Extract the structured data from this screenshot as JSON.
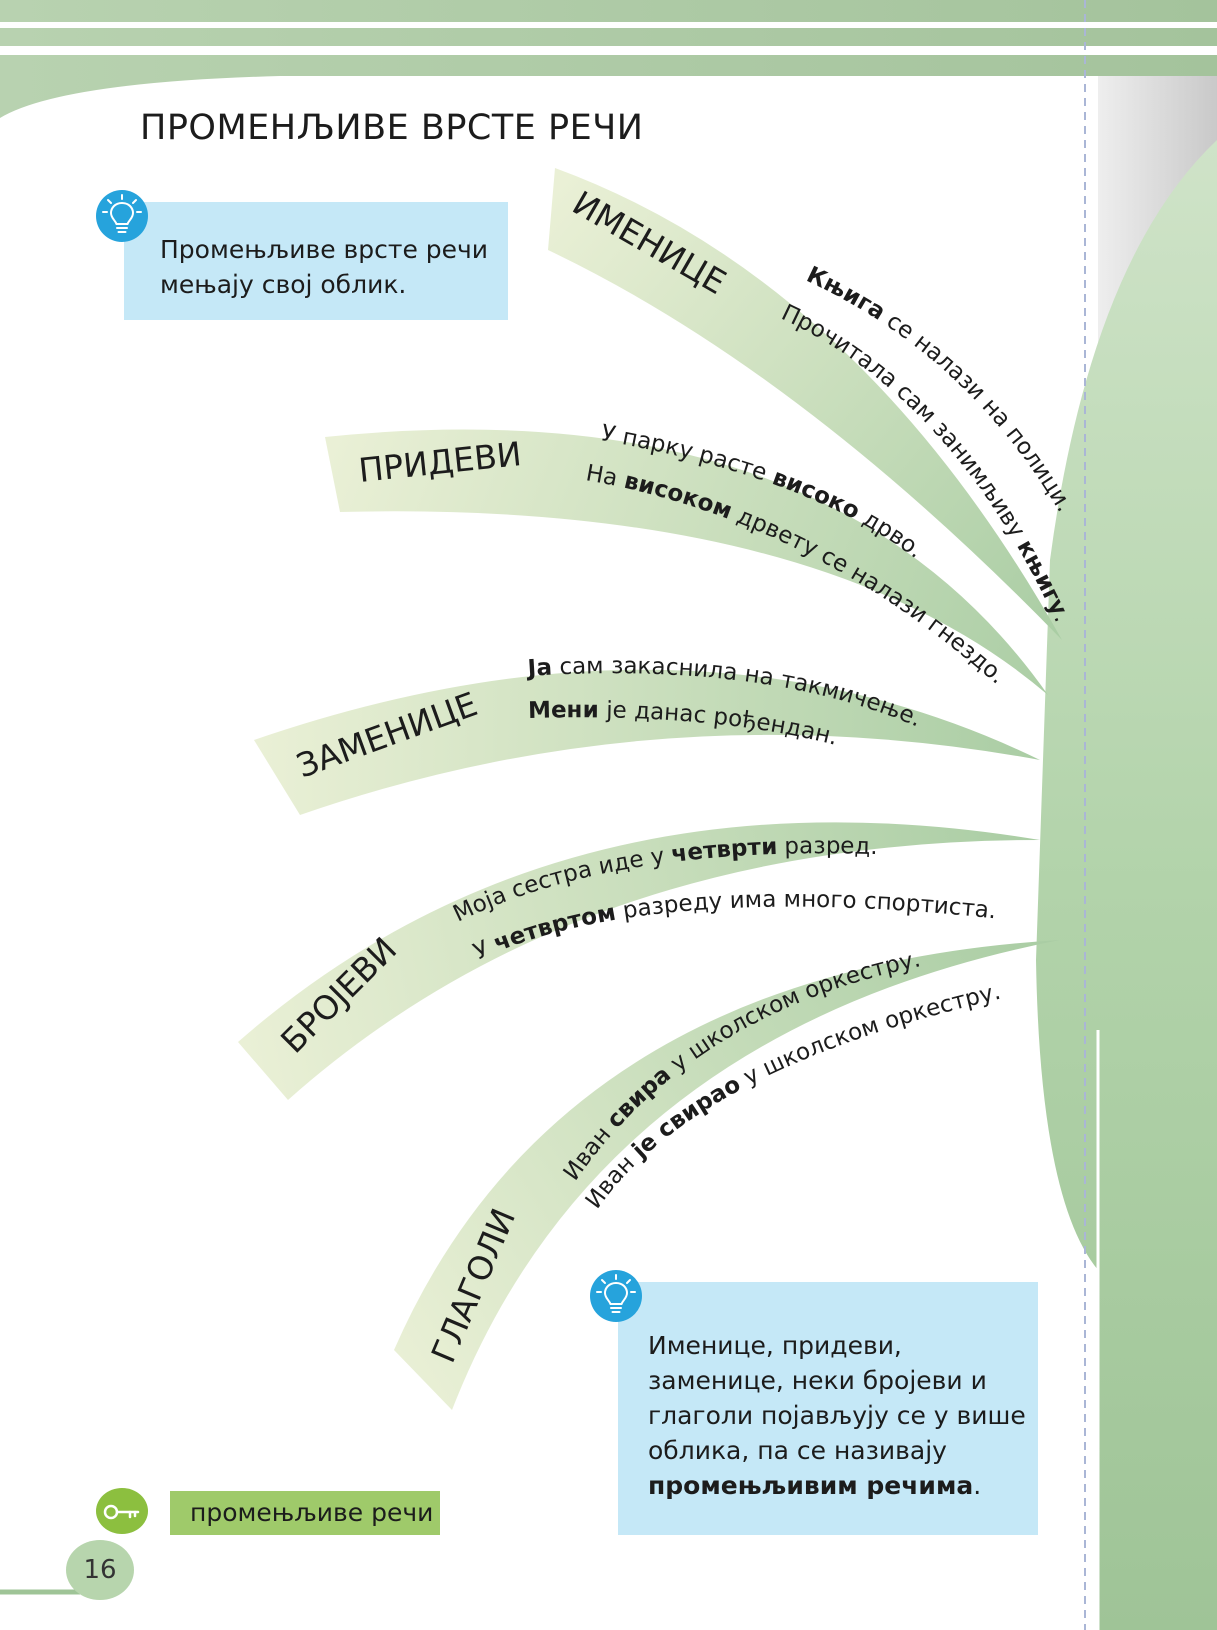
{
  "page": {
    "title": "ПРОМЕНЉИВЕ ВРСТЕ РЕЧИ",
    "page_number": "16"
  },
  "info_top": {
    "icon": "lightbulb-icon",
    "line1": "Промењљиве врсте речи",
    "line2": "мењају свој облик."
  },
  "branches": [
    {
      "label": "ИМЕНИЦЕ",
      "sentences": [
        {
          "pre": "",
          "bold": "Књига",
          "post": " се налази на полици."
        },
        {
          "pre": "Прочитала сам занимљиву ",
          "bold": "књигу",
          "post": "."
        }
      ]
    },
    {
      "label": "ПРИДЕВИ",
      "sentences": [
        {
          "pre": "У парку расте ",
          "bold": "високо",
          "post": " дрво."
        },
        {
          "pre": "На ",
          "bold": "високом",
          "post": " дрвету се налази гнездо."
        }
      ]
    },
    {
      "label": "ЗАМЕНИЦЕ",
      "sentences": [
        {
          "pre": "",
          "bold": "Ја",
          "post": " сам закаснила на такмичење."
        },
        {
          "pre": "",
          "bold": "Мени",
          "post": " је данас рођендан."
        }
      ]
    },
    {
      "label": "БРОЈЕВИ",
      "sentences": [
        {
          "pre": "Моја сестра иде у ",
          "bold": "четврти",
          "post": " разред."
        },
        {
          "pre": "У ",
          "bold": "четвртом",
          "post": " разреду има много спортиста."
        }
      ]
    },
    {
      "label": "ГЛАГОЛИ",
      "sentences": [
        {
          "pre": "Иван ",
          "bold": "свира",
          "post": " у школском оркестру."
        },
        {
          "pre": "Иван ",
          "bold": "је свирао",
          "post": " у школском оркестру."
        }
      ]
    }
  ],
  "info_bottom": {
    "icon": "lightbulb-icon",
    "lines": [
      "Именице, придеви,",
      "заменице, неки бројеви и",
      "глаголи појављују се у више",
      "облика, па се називају"
    ],
    "last_bold": "промењљивим речима",
    "last_post": "."
  },
  "keyword": {
    "icon": "key-icon",
    "label": "промењљиве речи"
  },
  "colors": {
    "top_band": "#a8c8a0",
    "trunk": "#b0d2a8",
    "branch_light": "#eaf0d6",
    "info_box": "#c5e8f7",
    "bulb": "#26a3dc",
    "key_badge": "#8cbf3f",
    "key_label": "#9fca6a"
  }
}
